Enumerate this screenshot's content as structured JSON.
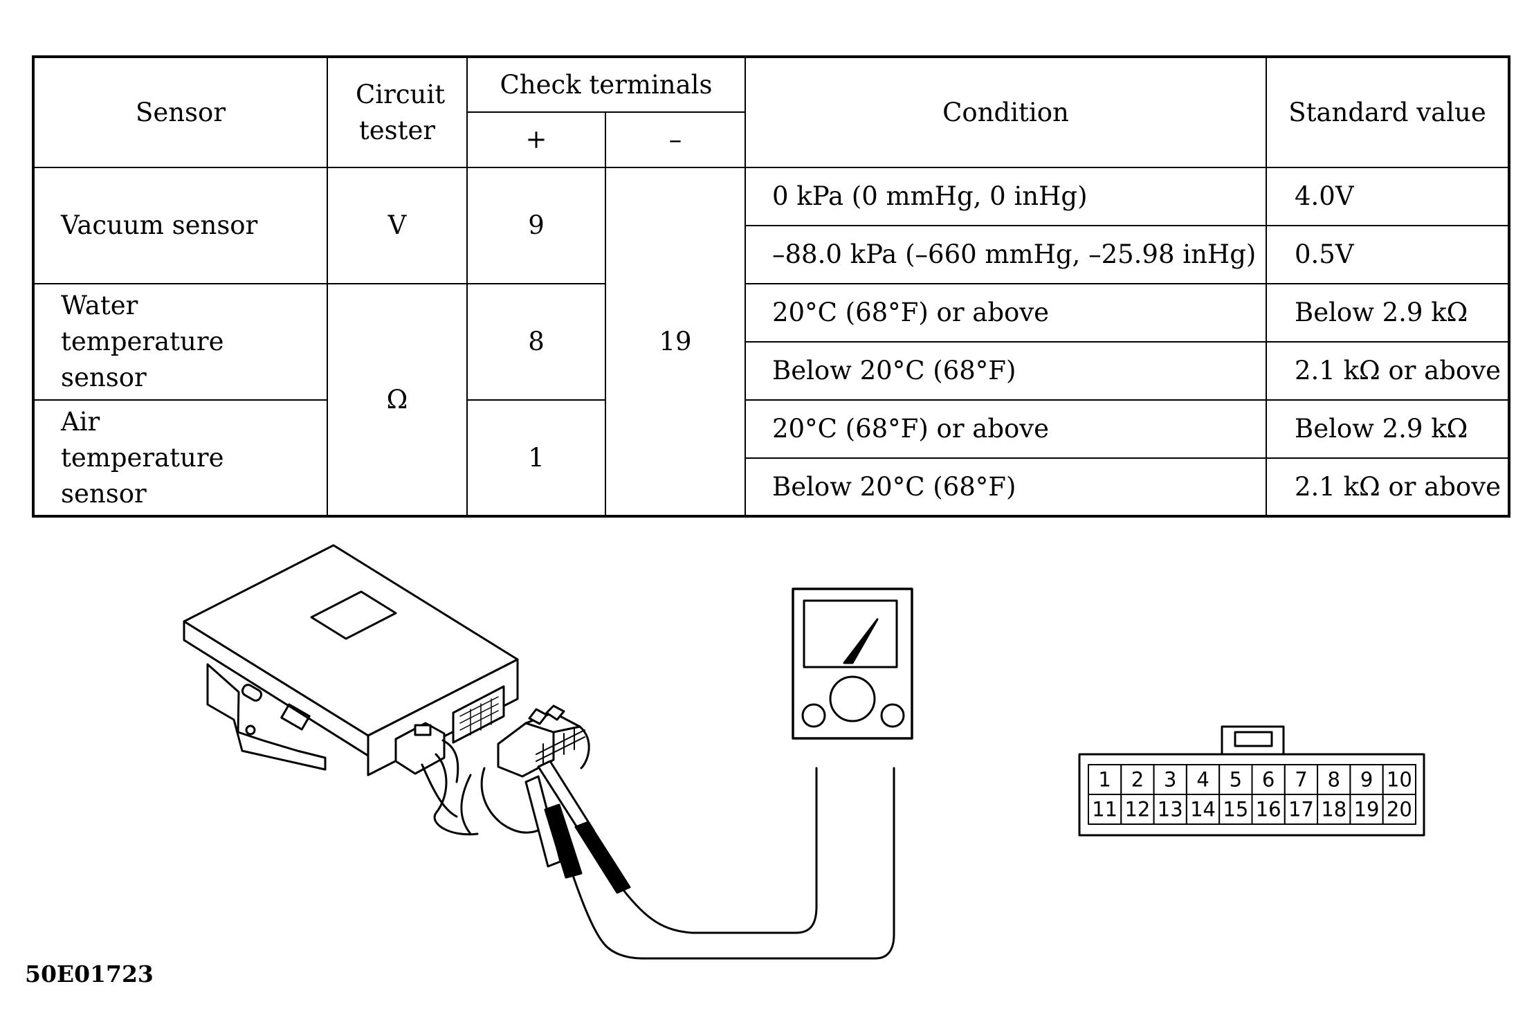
{
  "table": {
    "headers": {
      "sensor": "Sensor",
      "circuit_tester": "Circuit tester",
      "check_terminals": "Check terminals",
      "plus": "+",
      "minus": "–",
      "condition": "Condition",
      "standard_value": "Standard value"
    },
    "rows": [
      {
        "sensor": "Vacuum sensor",
        "tester": "V",
        "plus": "9",
        "conditions": [
          "0 kPa (0 mmHg, 0 inHg)",
          "–88.0 kPa (–660 mmHg, –25.98 inHg)"
        ],
        "values": [
          "4.0V",
          "0.5V"
        ]
      },
      {
        "sensor": "Water temperature sensor",
        "tester": "Ω",
        "plus": "8",
        "conditions": [
          "20°C (68°F) or above",
          "Below 20°C (68°F)"
        ],
        "values": [
          "Below 2.9 kΩ",
          "2.1 kΩ or above"
        ]
      },
      {
        "sensor": "Air temperature sensor",
        "tester": "Ω",
        "plus": "1",
        "conditions": [
          "20°C (68°F) or above",
          "Below 20°C (68°F)"
        ],
        "values": [
          "Below 2.9 kΩ",
          "2.1 kΩ or above"
        ]
      }
    ],
    "minus_terminal": "19"
  },
  "connector_pins": {
    "top_row": [
      "1",
      "2",
      "3",
      "4",
      "5",
      "6",
      "7",
      "8",
      "9",
      "10"
    ],
    "bottom_row": [
      "11",
      "12",
      "13",
      "14",
      "15",
      "16",
      "17",
      "18",
      "19",
      "20"
    ]
  },
  "figure_code": "50E01723"
}
